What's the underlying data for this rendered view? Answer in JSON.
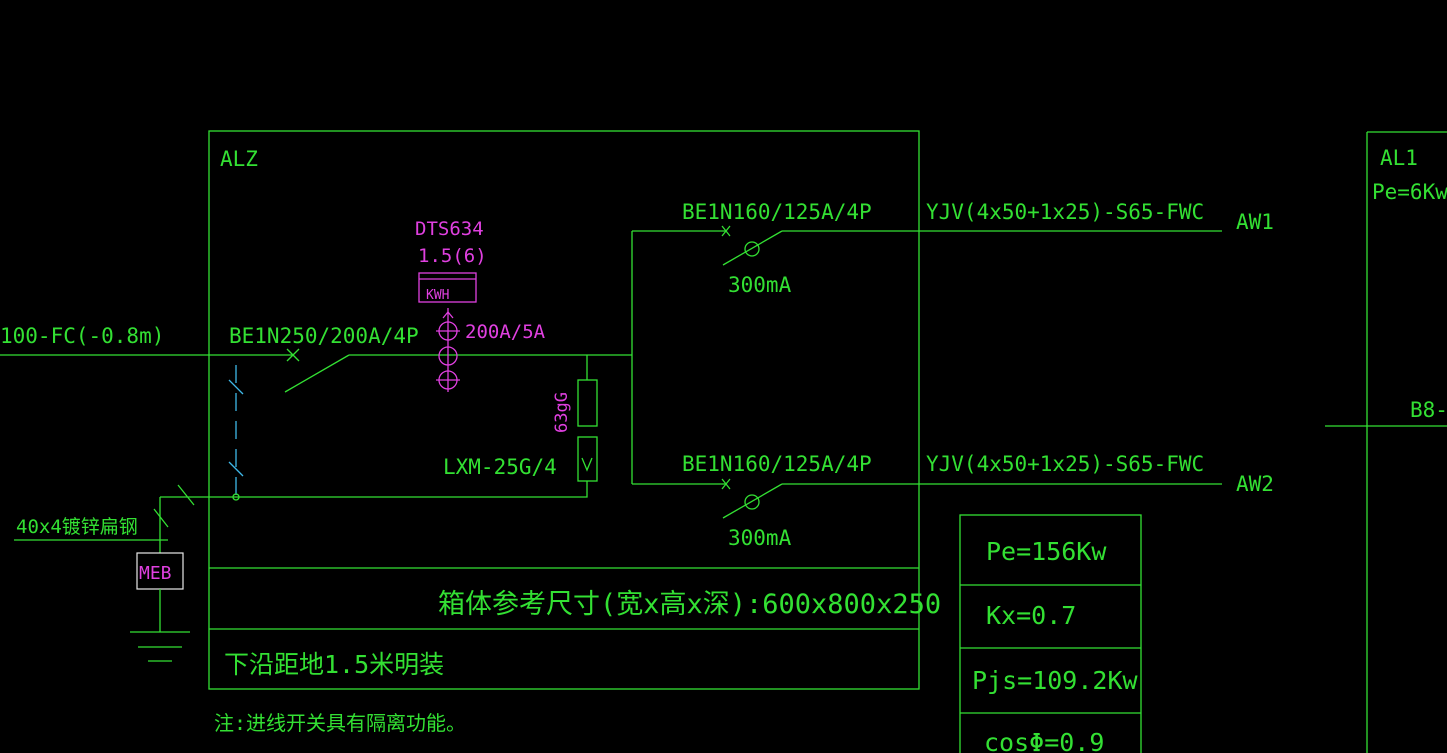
{
  "panel": {
    "name": "ALZ",
    "incoming_cable": "100-FC(-0.8m)",
    "main_breaker": "BE1N250/200A/4P",
    "meter_model": "DTS634",
    "meter_rating": "1.5(6)",
    "meter_unit": "KWH",
    "ct_ratio": "200A/5A",
    "fuse": "63gG",
    "spd": "LXM-25G/4",
    "enclosure_size": "箱体参考尺寸(宽x高x深):600x800x250",
    "mounting": "下沿距地1.5米明装",
    "note": "注:进线开关具有隔离功能。"
  },
  "circuits": [
    {
      "breaker": "BE1N160/125A/4P",
      "rcd": "300mA",
      "cable": "YJV(4x50+1x25)-S65-FWC",
      "tag": "AW1"
    },
    {
      "breaker": "BE1N160/125A/4P",
      "rcd": "300mA",
      "cable": "YJV(4x50+1x25)-S65-FWC",
      "tag": "AW2"
    }
  ],
  "grounding": {
    "conductor": "40x4镀锌扁钢",
    "bar": "MEB"
  },
  "load_calc": {
    "pe": "Pe=156Kw",
    "kx": "Kx=0.7",
    "pjs": "Pjs=109.2Kw",
    "cos": "cosΦ=0.9"
  },
  "right_panel": {
    "name": "AL1",
    "pe": "Pe=6Kw",
    "cable": "B8-"
  },
  "colors": {
    "background": "#000000",
    "line": "#33e033",
    "meter": "#e040e0",
    "ground_bar": "#e8e8e8",
    "pe_line": "#3fb8e8"
  }
}
